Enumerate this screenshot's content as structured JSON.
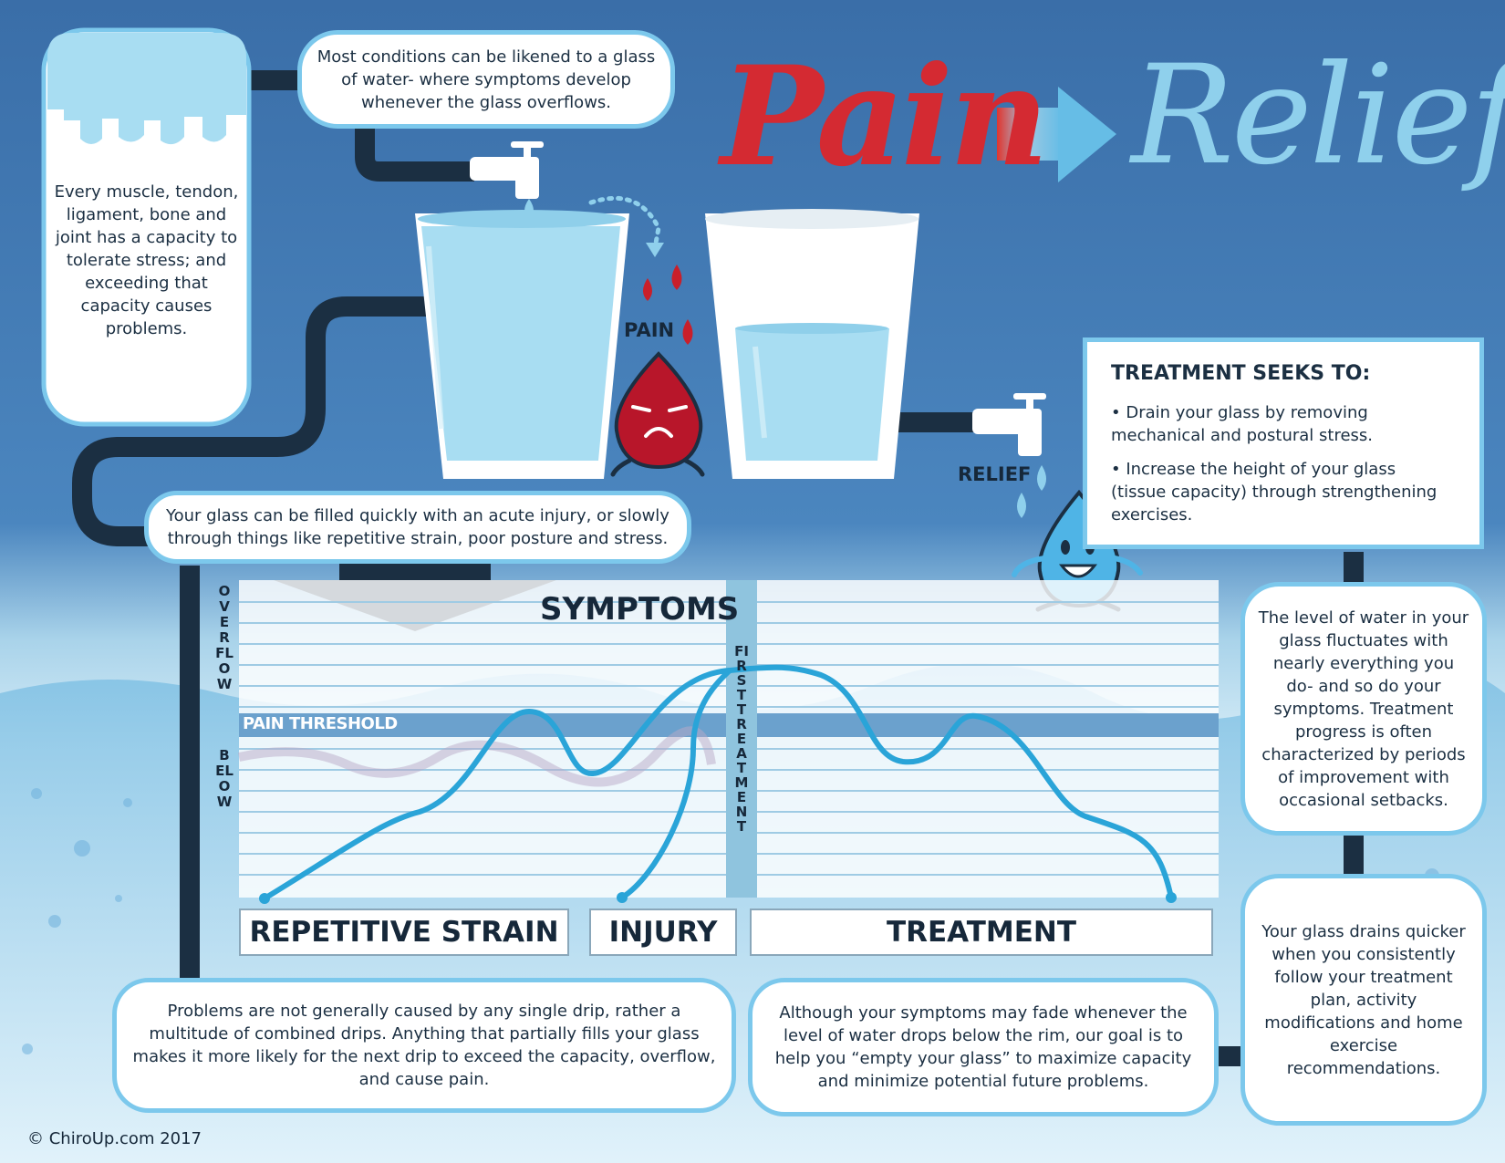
{
  "title": {
    "pain": "Pain",
    "relief": "Relief"
  },
  "boxes": {
    "capacity": "Every muscle, tendon, ligament, bone and joint has a capacity to tolerate stress; and exceeding that capacity causes problems.",
    "glass_analogy": "Most conditions can be likened to a glass of water- where symptoms develop whenever the glass overflows.",
    "filled": "Your glass can be filled quickly with an acute injury, or slowly through things like repetitive strain, poor posture and stress.",
    "drips": "Problems are not generally caused by any single drip, rather a multitude of combined drips. Anything that partially fills your glass makes it more likely for the next drip to exceed the capacity, overflow, and cause pain.",
    "fade": "Although your symptoms may fade whenever the level of water drops below the rim, our goal is to help you “empty your glass” to maximize capacity and minimize potential future problems.",
    "fluctuates": "The level of water in your glass fluctuates with nearly everything you do- and so do your symptoms. Treatment progress is often characterized by periods of improvement with occasional setbacks.",
    "drains": "Your glass drains quicker when you consistently follow your treatment plan, activity modifications and home exercise recommendations."
  },
  "treatment": {
    "title": "TREATMENT SEEKS TO:",
    "items": [
      "• Drain your glass by removing mechanical and postural stress.",
      "• Increase the height of your glass (tissue capacity) through strengthening exercises."
    ]
  },
  "labels": {
    "pain": "PAIN",
    "relief": "RELIEF"
  },
  "chart": {
    "title": "SYMPTOMS",
    "threshold": "PAIN THRESHOLD",
    "overflow": "OVERFLOW",
    "below": "BELOW",
    "first_treatment": "FIRST TREATMENT",
    "categories": [
      "REPETITIVE STRAIN",
      "INJURY",
      "TREATMENT"
    ]
  },
  "colors": {
    "background_top": "#3a6ea8",
    "accent_blue": "#7cc8ec",
    "pain_red": "#d42a32",
    "pipe": "#1b2f42",
    "curve": "#2aa4d8"
  },
  "icons": [
    "faucet-icon",
    "sad-drop-icon",
    "happy-drop-icon",
    "arrow-right-icon",
    "arrow-down-icon"
  ],
  "copyright": "© ChiroUp.com 2017"
}
